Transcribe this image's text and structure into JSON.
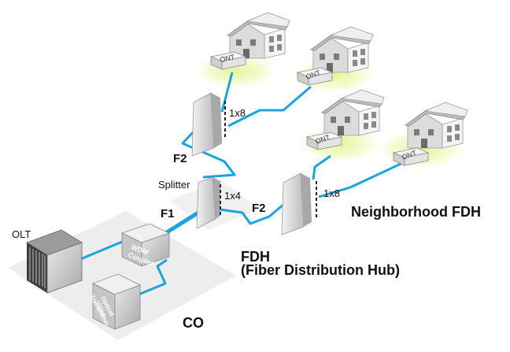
{
  "labels": {
    "olt": "OLT",
    "wdm_line1": "WDM",
    "wdm_line2": "Coupler",
    "ovt_line1": "Optical",
    "ovt_line2": "Video",
    "ovt_line3": "Transmitter",
    "co": "CO",
    "splitter": "Splitter",
    "f1": "F1",
    "f2_upper": "F2",
    "f2_lower": "F2",
    "ratio_1x8_upper": "1x8",
    "ratio_1x4": "1x4",
    "ratio_1x8_lower": "1x8",
    "fdh_title": "FDH",
    "fdh_subtitle": "(Fiber Distribution Hub)",
    "neighborhood_fdh": "Neighborhood FDH",
    "ont": "ONT"
  },
  "colors": {
    "fiber": "#1aa3dd",
    "glow": "#e9f7a6",
    "splitter": "#d9d9d9",
    "platform": "#ececec",
    "dark_device": "#4a4a4a"
  }
}
